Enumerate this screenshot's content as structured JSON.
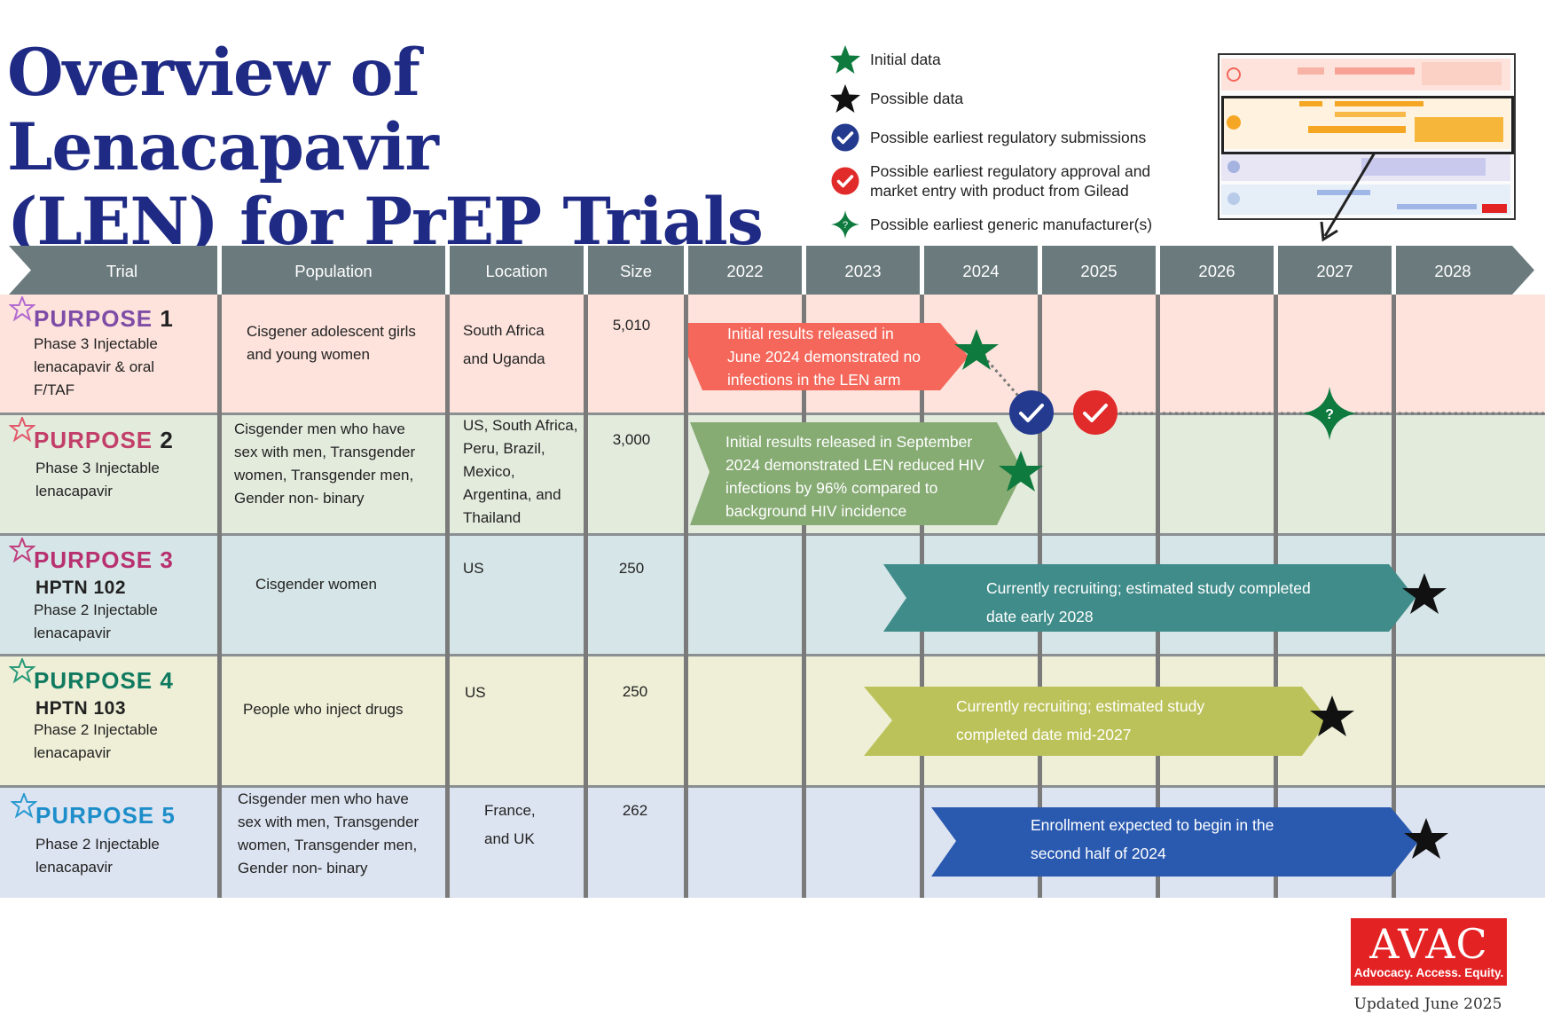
{
  "title_line1": "Overview of Lenacapavir",
  "title_line2": "(LEN) for PrEP Trials",
  "legend": {
    "initial_data": "Initial data",
    "possible_data": "Possible data",
    "submissions": "Possible earliest regulatory submissions",
    "approval_line1": "Possible earliest regulatory approval and",
    "approval_line2": "market entry with product from Gilead",
    "generic": "Possible earliest generic manufacturer(s)"
  },
  "headers": {
    "trial": "Trial",
    "population": "Population",
    "location": "Location",
    "size": "Size",
    "years": [
      "2022",
      "2023",
      "2024",
      "2025",
      "2026",
      "2027",
      "2028"
    ]
  },
  "rows": [
    {
      "name": "PURPOSE",
      "num": "1",
      "hptn": "",
      "desc": [
        "Phase 3 Injectable",
        "lenacapavir & oral",
        "F/TAF"
      ],
      "population": [
        "Cisgener adolescent girls",
        "and young women"
      ],
      "location": [
        "South Africa",
        "and Uganda"
      ],
      "size": "5,010",
      "arrow_text": [
        "Initial results released in",
        "June 2024 demonstrated no",
        "infections in the LEN arm"
      ]
    },
    {
      "name": "PURPOSE",
      "num": "2",
      "hptn": "",
      "desc": [
        "Phase 3 Injectable",
        "lenacapavir"
      ],
      "population": [
        "Cisgender men who have",
        "sex with men, Transgender",
        "women, Transgender men,",
        "Gender non- binary"
      ],
      "location": [
        "US, South Africa,",
        "Peru, Brazil,",
        "Mexico,",
        "Argentina, and",
        "Thailand"
      ],
      "size": "3,000",
      "arrow_text": [
        "Initial results released in September",
        "2024 demonstrated LEN reduced HIV",
        "infections by 96% compared to",
        "background HIV incidence"
      ]
    },
    {
      "name": "PURPOSE",
      "num": "3",
      "hptn": "HPTN 102",
      "desc": [
        "Phase 2 Injectable",
        "lenacapavir"
      ],
      "population": [
        "Cisgender women"
      ],
      "location": [
        "US"
      ],
      "size": "250",
      "arrow_text": [
        "Currently recruiting; estimated study completed",
        "date early 2028"
      ]
    },
    {
      "name": "PURPOSE",
      "num": "4",
      "hptn": "HPTN 103",
      "desc": [
        "Phase 2 Injectable",
        "lenacapavir"
      ],
      "population": [
        "People who inject drugs"
      ],
      "location": [
        "US"
      ],
      "size": "250",
      "arrow_text": [
        "Currently recruiting; estimated study",
        "completed date mid-2027"
      ]
    },
    {
      "name": "PURPOSE",
      "num": "5",
      "hptn": "",
      "desc": [
        "Phase 2 Injectable",
        "lenacapavir"
      ],
      "population": [
        "Cisgender men who have",
        "sex with men, Transgender",
        "women, Transgender men,",
        "Gender non- binary"
      ],
      "location": [
        "France,",
        "and UK"
      ],
      "size": "262",
      "arrow_text": [
        "Enrollment expected to begin in the",
        "second half of 2024"
      ]
    }
  ],
  "avac": {
    "name": "AVAC",
    "tagline": "Advocacy. Access. Equity."
  },
  "updated": "Updated June 2025",
  "colors": {
    "title": "#1f2a85",
    "header": "#6b7a7d",
    "row1_bg": "#fde3dc",
    "row2_bg": "#e3ebdd",
    "row3_bg": "#d6e5e7",
    "row4_bg": "#eeefd6",
    "row5_bg": "#dde4f1",
    "arrow1": "#f4675a",
    "arrow2": "#86ab73",
    "arrow3": "#3f8c8a",
    "arrow4": "#bcc25a",
    "arrow5": "#2a5ab0",
    "star_green": "#0e7a3e",
    "check_blue": "#233a8f",
    "check_red": "#e12a2a",
    "avac_red": "#e32224"
  }
}
